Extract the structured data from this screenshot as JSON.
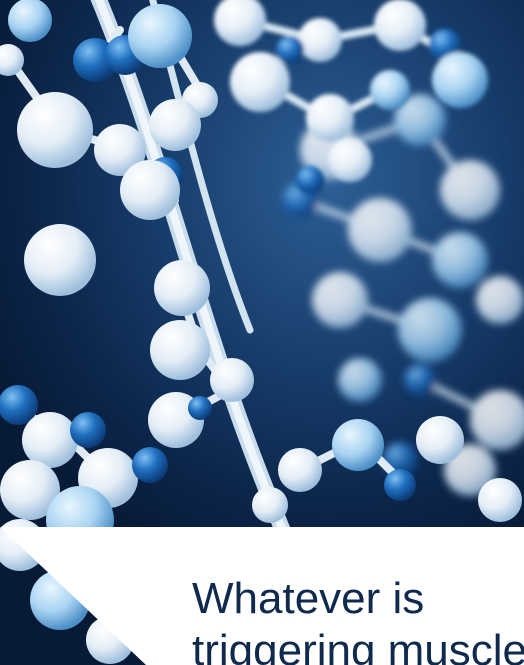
{
  "image": {
    "subject": "molecule-model",
    "palette": {
      "background": "#0b2448",
      "atom_white": "#f2f7fb",
      "atom_light_blue": "#a9d4f2",
      "atom_blue": "#1f6fbf",
      "bond": "#dde9f3",
      "text": "#0f2a4d",
      "card": "#ffffff"
    }
  },
  "caption": {
    "line1": "Whatever is",
    "line2": "triggering muscle"
  }
}
